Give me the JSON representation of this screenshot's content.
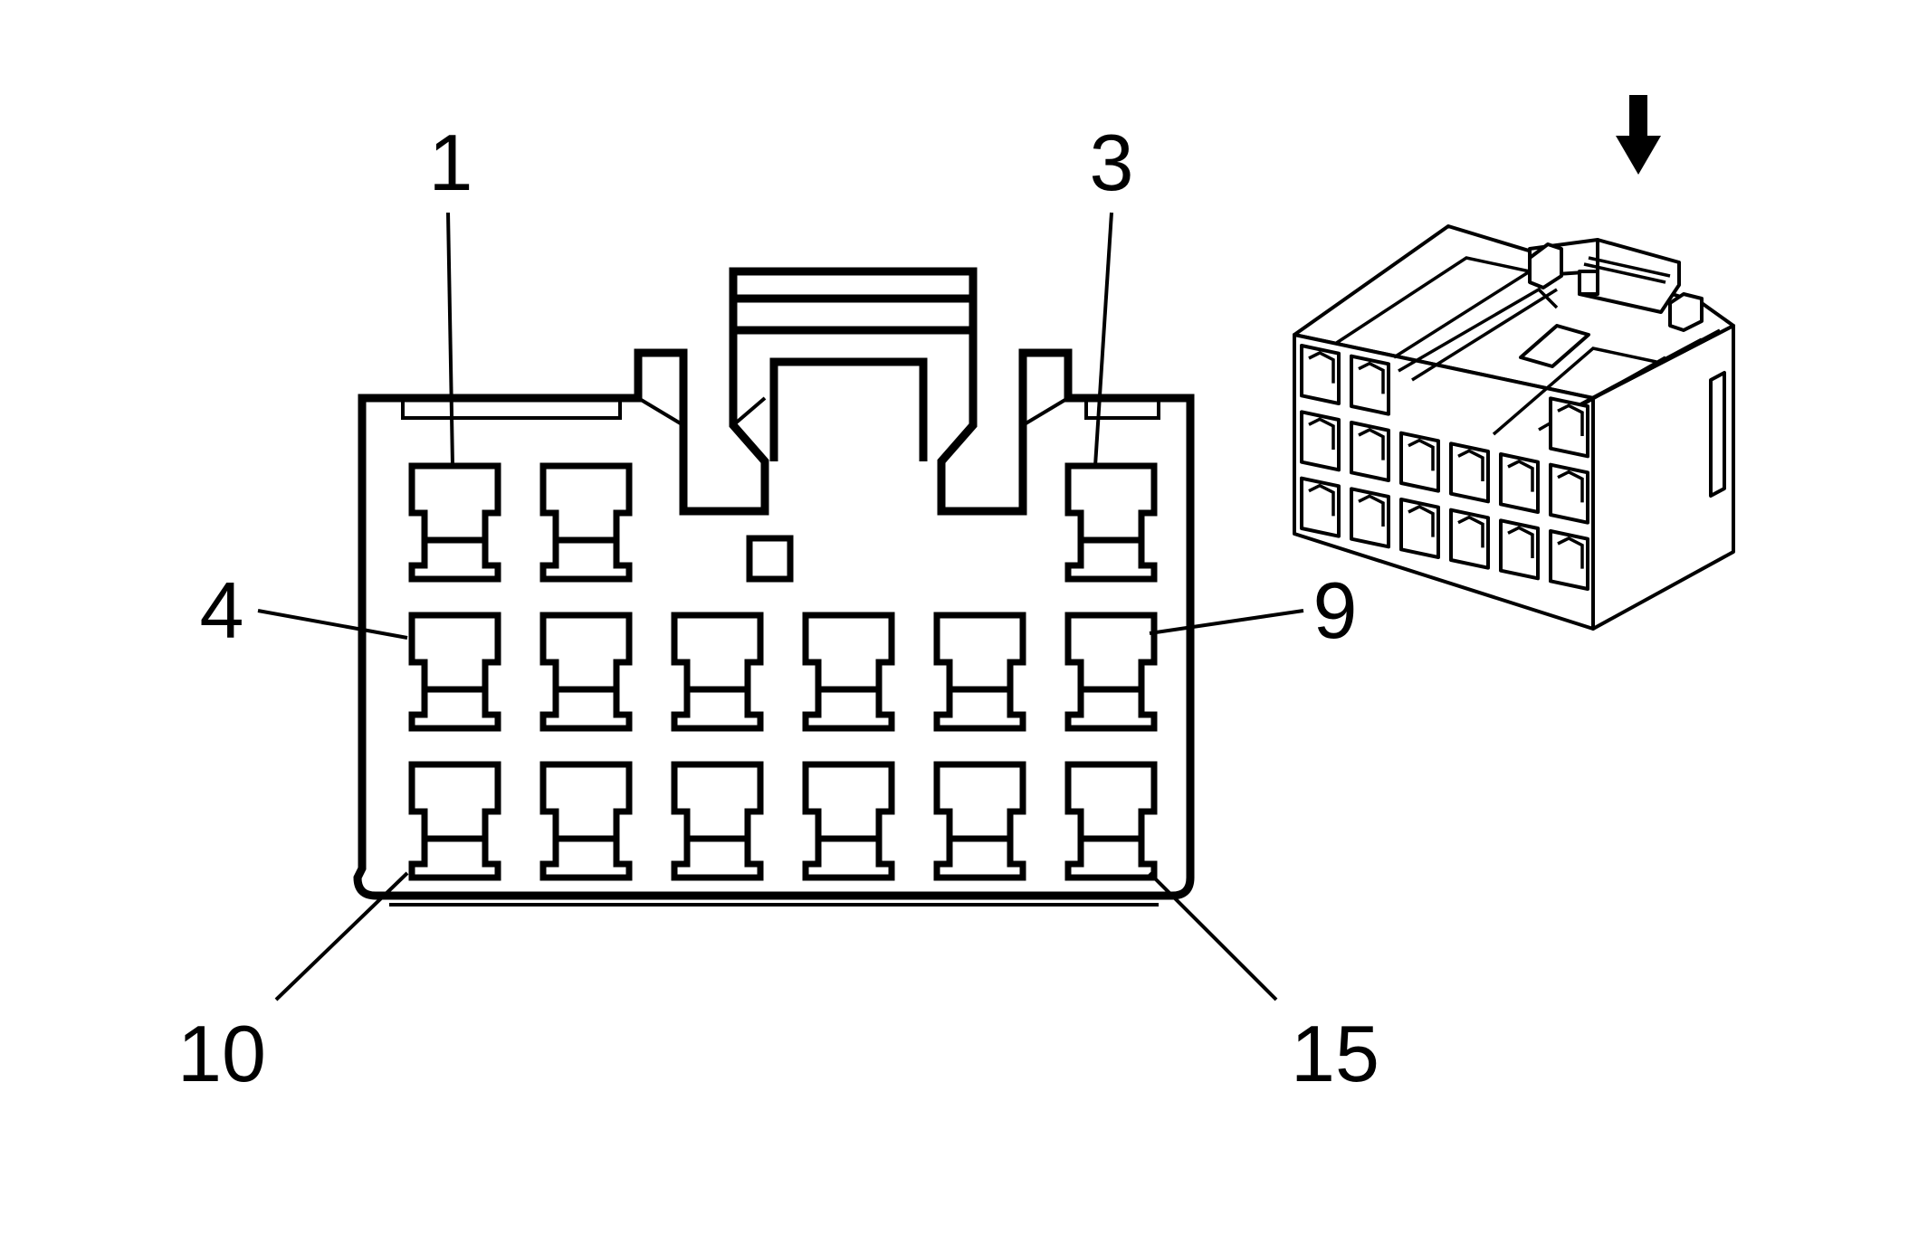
{
  "diagram": {
    "type": "connector-end-view",
    "pin_rows": [
      {
        "row": 1,
        "count": 3,
        "positions": [
          "pin",
          "pin",
          "none",
          "none",
          "none",
          "pin"
        ]
      },
      {
        "row": 2,
        "count": 6
      },
      {
        "row": 3,
        "count": 6
      }
    ],
    "labels": {
      "pin_1": "1",
      "pin_3": "3",
      "pin_4": "4",
      "pin_9": "9",
      "pin_10": "10",
      "pin_15": "15"
    },
    "view_arrow_icon": "down-arrow-icon",
    "colors": {
      "stroke": "#000000",
      "background": "#ffffff"
    }
  }
}
